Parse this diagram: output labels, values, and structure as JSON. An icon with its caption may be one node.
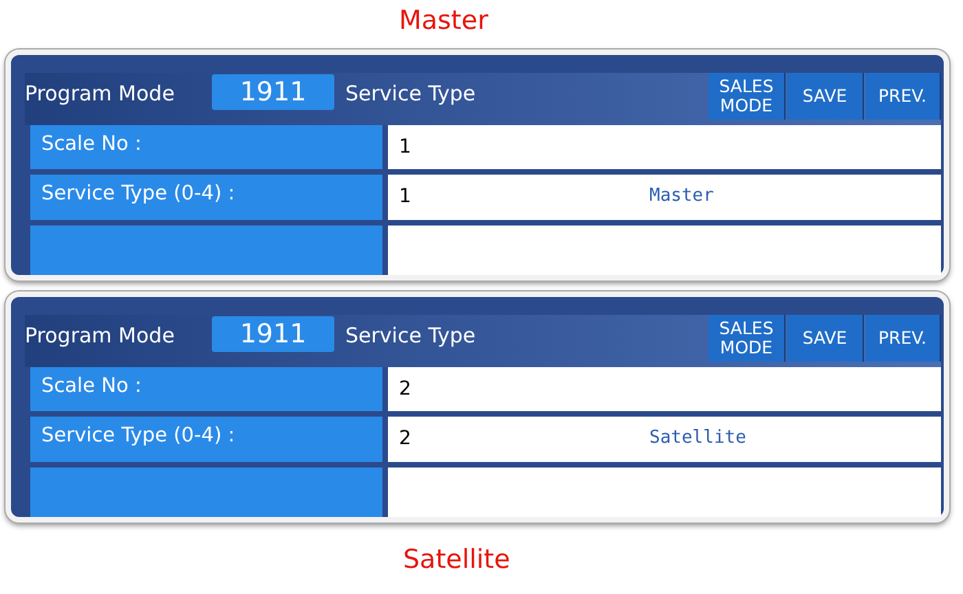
{
  "diagram": {
    "nodes": [
      {
        "text": [],
        "shape": "box",
        "beside": [
          "Master"
        ]
      },
      {
        "text": [
          "Program Mode",
          "Service Type"
        ],
        "in": 0
      },
      {
        "text": [
          "1911"
        ],
        "in": 1
      },
      {
        "text": [
          "SALES MODE"
        ],
        "in": 1
      },
      {
        "text": [
          "SAVE"
        ],
        "in": 1
      },
      {
        "text": [
          "PREV."
        ],
        "in": 1
      },
      {
        "text": [
          "Scale No :"
        ],
        "in": 0
      },
      {
        "text": [
          "1"
        ],
        "in": 0
      },
      {
        "text": [
          "Service Type (0-4) :"
        ],
        "in": 0
      },
      {
        "text": [
          "1",
          "Master"
        ],
        "in": 0
      },
      {
        "text": [],
        "shape": "box",
        "in": 0
      },
      {
        "text": [],
        "shape": "box",
        "in": 0
      },
      {
        "text": [],
        "shape": "box",
        "beside": [
          "Satellite"
        ]
      },
      {
        "text": [
          "Program Mode",
          "Service Type"
        ],
        "in": 12
      },
      {
        "text": [
          "1911"
        ],
        "in": 13
      },
      {
        "text": [
          "SALES MODE"
        ],
        "in": 13
      },
      {
        "text": [
          "SAVE"
        ],
        "in": 13
      },
      {
        "text": [
          "PREV."
        ],
        "in": 13
      },
      {
        "text": [
          "Scale No :"
        ],
        "in": 12
      },
      {
        "text": [
          "2"
        ],
        "in": 12
      },
      {
        "text": [
          "Service Type (0-4) :"
        ],
        "in": 12
      },
      {
        "text": [
          "2",
          "Satellite"
        ],
        "in": 12
      },
      {
        "text": [],
        "shape": "box",
        "in": 12
      },
      {
        "text": [],
        "shape": "box",
        "in": 12
      }
    ]
  }
}
